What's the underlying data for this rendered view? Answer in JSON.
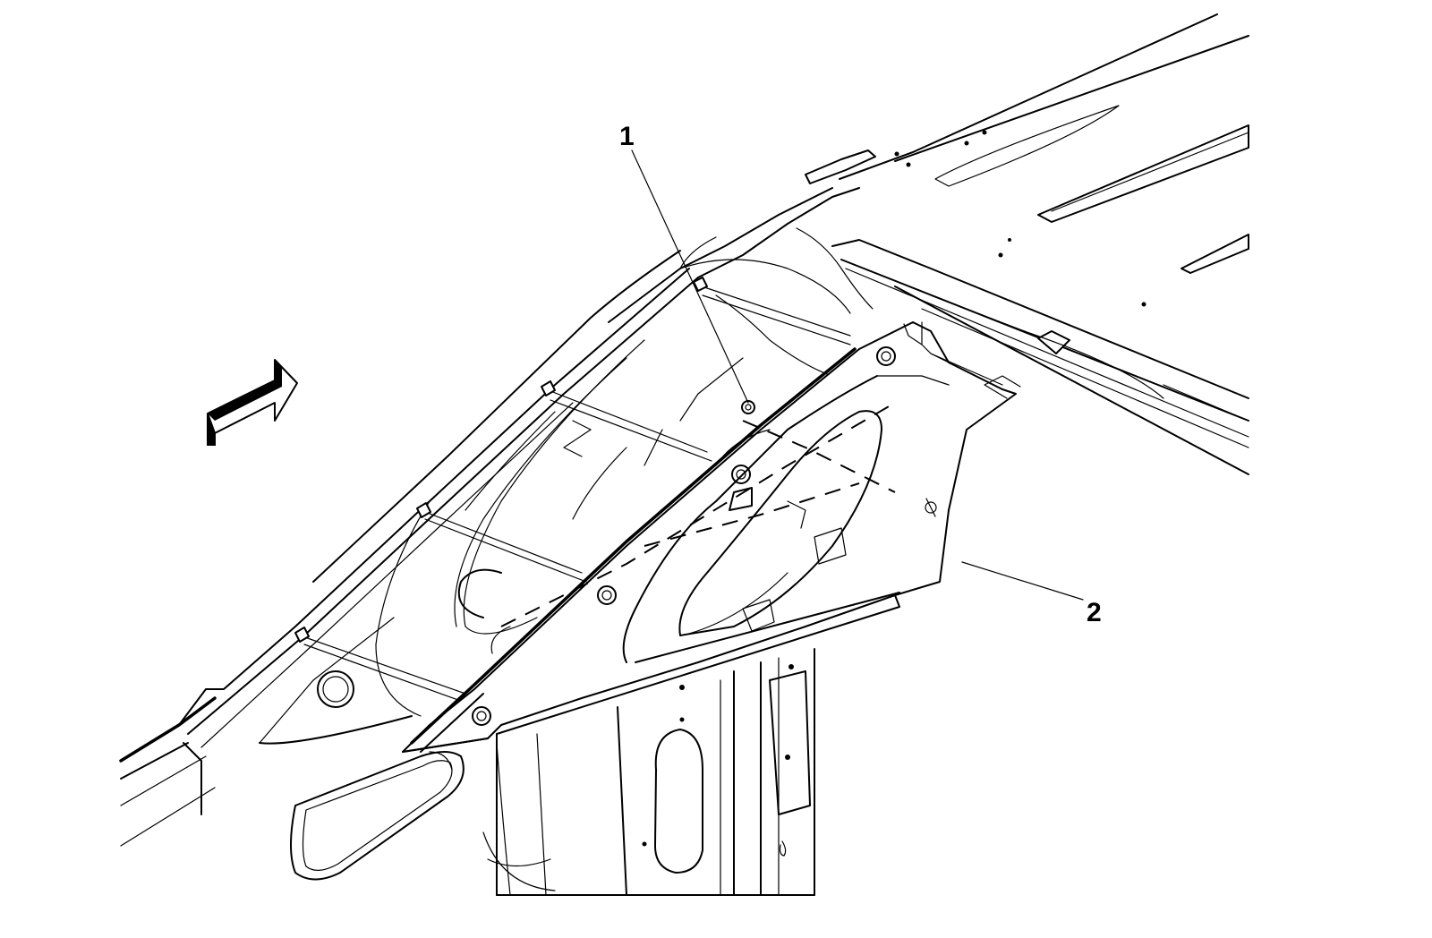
{
  "diagram": {
    "callouts": [
      {
        "id": "1",
        "label": "1"
      },
      {
        "id": "2",
        "label": "2"
      }
    ],
    "icons": {
      "direction_arrow": "front-direction-arrow-icon"
    }
  }
}
